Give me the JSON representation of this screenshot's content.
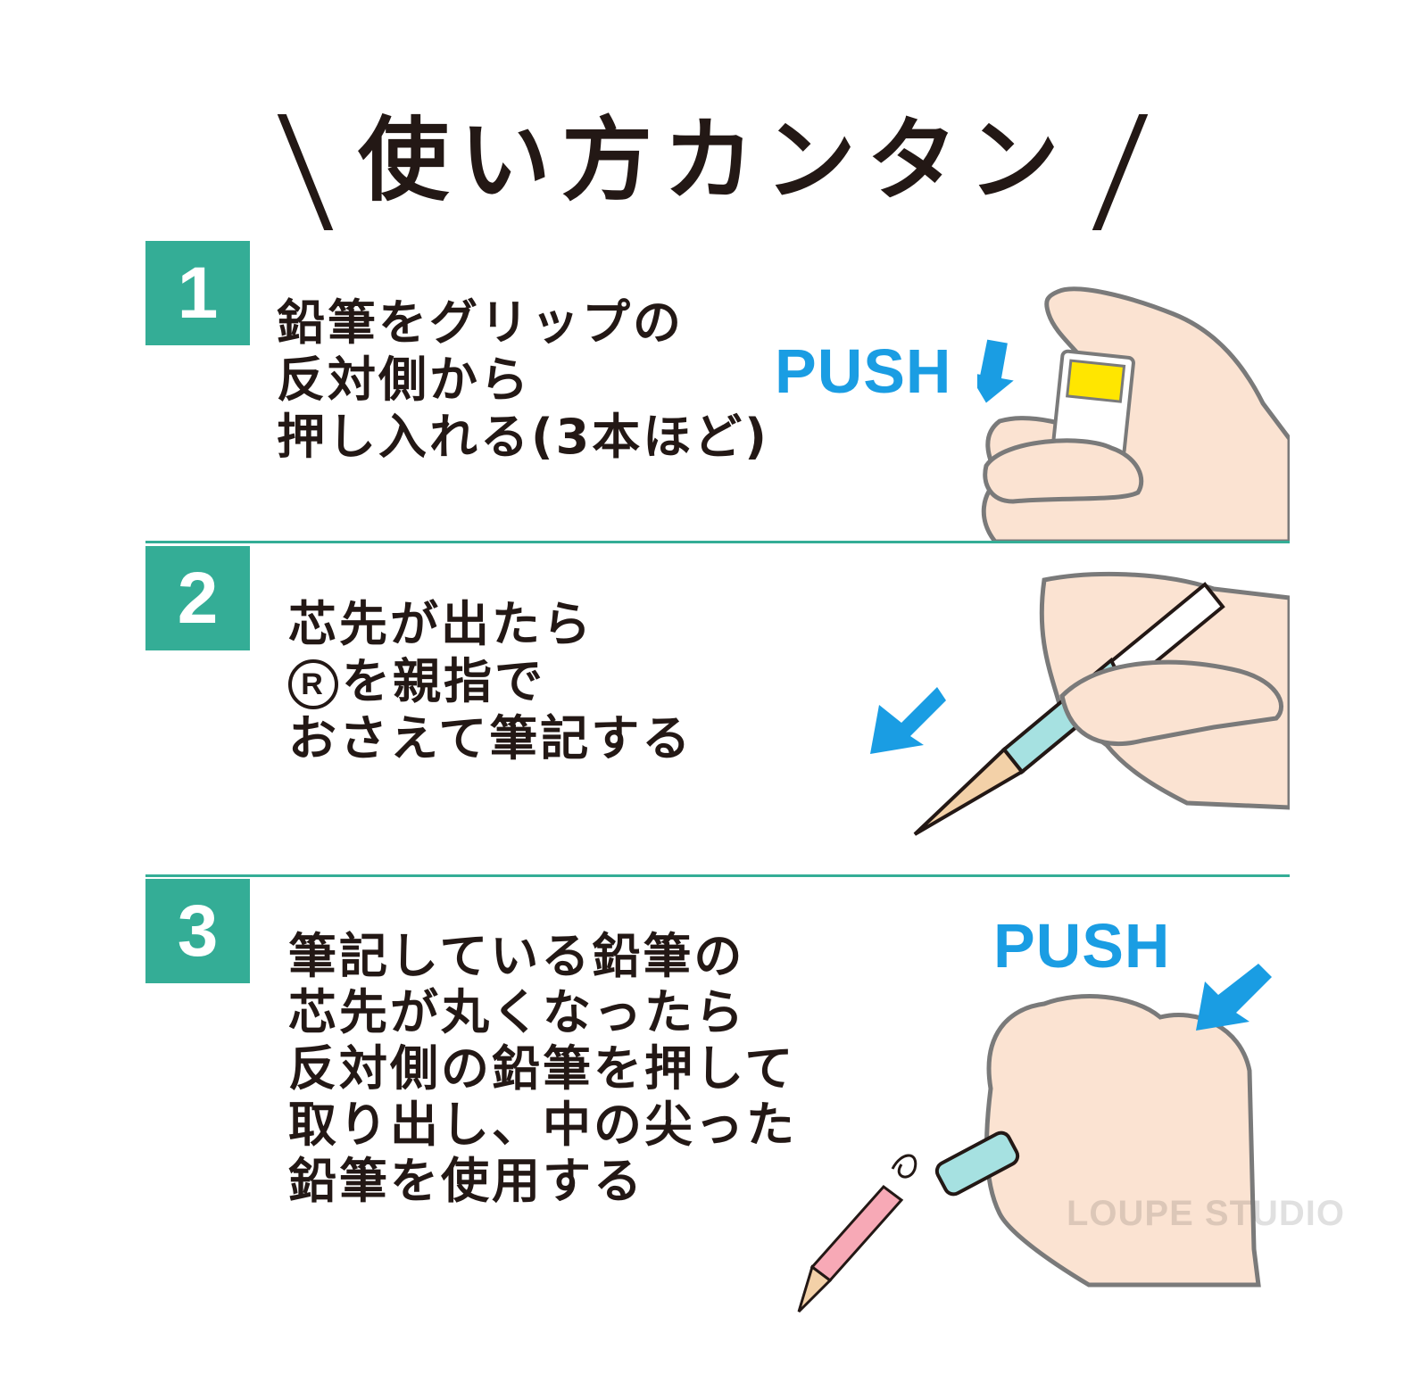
{
  "title": "使い方カンタン",
  "steps": [
    {
      "number": "1",
      "lines": [
        "鉛筆をグリップの",
        "反対側から",
        "押し入れる(3本ほど)"
      ],
      "push_label": "PUSH"
    },
    {
      "number": "2",
      "lines": [
        "芯先が出たら",
        "を親指で",
        "おさえて筆記する"
      ],
      "mark": "R"
    },
    {
      "number": "3",
      "lines": [
        "筆記している鉛筆の",
        "芯先が丸くなったら",
        "反対側の鉛筆を押して",
        "取り出し、中の尖った",
        "鉛筆を使用する"
      ],
      "push_label": "PUSH"
    }
  ],
  "watermark": "LOUPE STUDIO",
  "colors": {
    "accent_green": "#34ad96",
    "push_blue": "#1a9de3",
    "skin": "#fbe3d2",
    "text": "#231815"
  },
  "icons": {
    "arrow": "arrow-down-left-icon",
    "hand": "hand-illustration"
  }
}
